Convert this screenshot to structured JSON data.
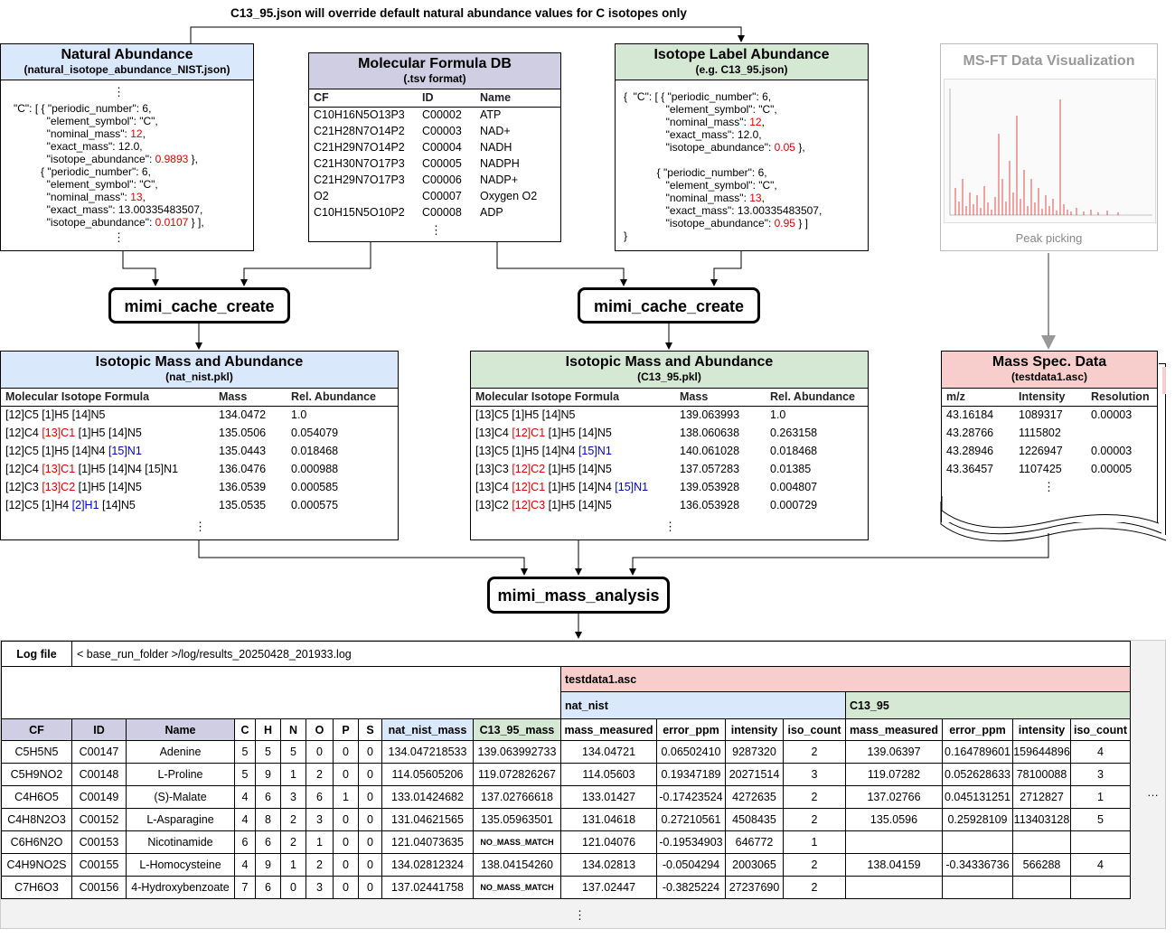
{
  "top_note": "C13_95.json will override default natural abundance values for C isotopes only",
  "nat_abundance": {
    "title": "Natural Abundance",
    "subtitle": "(natural_isotope_abundance_NIST.json)",
    "lines": [
      [
        {
          "t": "\"C\": [ { \"periodic_number\": 6,"
        }
      ],
      [
        {
          "t": "           \"element_symbol\": \"C\","
        }
      ],
      [
        {
          "t": "           \"nominal_mass\": "
        },
        {
          "t": "12",
          "c": "r"
        },
        {
          "t": ","
        }
      ],
      [
        {
          "t": "           \"exact_mass\": 12.0,"
        }
      ],
      [
        {
          "t": "           \"isotope_abundance\": "
        },
        {
          "t": "0.9893",
          "c": "r"
        },
        {
          "t": " },"
        }
      ],
      [
        {
          "t": "         { \"periodic_number\": 6,"
        }
      ],
      [
        {
          "t": "           \"element_symbol\": \"C\","
        }
      ],
      [
        {
          "t": "           \"nominal_mass\": "
        },
        {
          "t": "13",
          "c": "r"
        },
        {
          "t": ","
        }
      ],
      [
        {
          "t": "           \"exact_mass\": 13.00335483507,"
        }
      ],
      [
        {
          "t": "           \"isotope_abundance\": "
        },
        {
          "t": "0.0107",
          "c": "r"
        },
        {
          "t": " } ],"
        }
      ]
    ]
  },
  "formula_db": {
    "title": "Molecular Formula DB",
    "subtitle": "(.tsv format)",
    "headers": [
      "CF",
      "ID",
      "Name"
    ],
    "rows": [
      [
        "C10H16N5O13P3",
        "C00002",
        "ATP"
      ],
      [
        "C21H28N7O14P2",
        "C00003",
        "NAD+"
      ],
      [
        "C21H29N7O14P2",
        "C00004",
        "NADH"
      ],
      [
        "C21H30N7O17P3",
        "C00005",
        "NADPH"
      ],
      [
        "C21H29N7O17P3",
        "C00006",
        "NADP+"
      ],
      [
        "O2",
        "C00007",
        "Oxygen O2"
      ],
      [
        "C10H15N5O10P2",
        "C00008",
        "ADP"
      ]
    ]
  },
  "label_abundance": {
    "title": "Isotope Label Abundance",
    "subtitle": "(e.g. C13_95.json)",
    "lines": [
      [
        {
          "t": "{  \"C\": [ { \"periodic_number\": 6,"
        }
      ],
      [
        {
          "t": "              \"element_symbol\": \"C\","
        }
      ],
      [
        {
          "t": "              \"nominal_mass\": "
        },
        {
          "t": "12",
          "c": "r"
        },
        {
          "t": ","
        }
      ],
      [
        {
          "t": "              \"exact_mass\": 12.0,"
        }
      ],
      [
        {
          "t": "              \"isotope_abundance\": "
        },
        {
          "t": "0.05",
          "c": "r"
        },
        {
          "t": " },"
        }
      ],
      [
        {
          "t": ""
        }
      ],
      [
        {
          "t": "           { \"periodic_number\": 6,"
        }
      ],
      [
        {
          "t": "              \"element_symbol\": \"C\","
        }
      ],
      [
        {
          "t": "              \"nominal_mass\": "
        },
        {
          "t": "13",
          "c": "r"
        },
        {
          "t": ","
        }
      ],
      [
        {
          "t": "              \"exact_mass\": 13.00335483507,"
        }
      ],
      [
        {
          "t": "              \"isotope_abundance\": "
        },
        {
          "t": "0.95",
          "c": "r"
        },
        {
          "t": " } ]"
        }
      ],
      [
        {
          "t": "}"
        }
      ]
    ]
  },
  "msft": {
    "title": "MS-FT Data Visualization",
    "caption": "Peak picking"
  },
  "proc": {
    "cache1": "mimi_cache_create",
    "cache2": "mimi_cache_create",
    "analysis": "mimi_mass_analysis"
  },
  "nat_pkl": {
    "title": "Isotopic Mass and Abundance",
    "subtitle": "(nat_nist.pkl)",
    "headers": [
      "Molecular Isotope Formula",
      "Mass",
      "Rel. Abundance"
    ],
    "rows": [
      {
        "f": [
          {
            "t": "[12]C5 [1]H5 [14]N5"
          }
        ],
        "m": "134.0472",
        "a": "1.0"
      },
      {
        "f": [
          {
            "t": "[12]C4 "
          },
          {
            "t": "[13]C1",
            "c": "r"
          },
          {
            "t": " [1]H5 [14]N5"
          }
        ],
        "m": "135.0506",
        "a": "0.054079"
      },
      {
        "f": [
          {
            "t": "[12]C5 [1]H5 [14]N4 "
          },
          {
            "t": "[15]N1",
            "c": "b"
          }
        ],
        "m": "135.0443",
        "a": "0.018468"
      },
      {
        "f": [
          {
            "t": "[12]C4 "
          },
          {
            "t": "[13]C1",
            "c": "r"
          },
          {
            "t": " [1]H5 [14]N4 [15]N1"
          }
        ],
        "m": "136.0476",
        "a": "0.000988"
      },
      {
        "f": [
          {
            "t": "[12]C3 "
          },
          {
            "t": "[13]C2",
            "c": "r"
          },
          {
            "t": " [1]H5 [14]N5"
          }
        ],
        "m": "136.0539",
        "a": "0.000585"
      },
      {
        "f": [
          {
            "t": "[12]C5 [1]H4 "
          },
          {
            "t": "[2]H1",
            "c": "b"
          },
          {
            "t": " [14]N5"
          }
        ],
        "m": "135.0535",
        "a": "0.000575"
      }
    ]
  },
  "c13_pkl": {
    "title": "Isotopic Mass and Abundance",
    "subtitle": "(C13_95.pkl)",
    "headers": [
      "Molecular Isotope Formula",
      "Mass",
      "Rel. Abundance"
    ],
    "rows": [
      {
        "f": [
          {
            "t": "[13]C5 [1]H5 [14]N5"
          }
        ],
        "m": "139.063993",
        "a": "1.0"
      },
      {
        "f": [
          {
            "t": "[13]C4 "
          },
          {
            "t": "[12]C1",
            "c": "r"
          },
          {
            "t": " [1]H5 [14]N5"
          }
        ],
        "m": "138.060638",
        "a": "0.263158"
      },
      {
        "f": [
          {
            "t": "[13]C5 [1]H5 [14]N4 "
          },
          {
            "t": "[15]N1",
            "c": "b"
          }
        ],
        "m": "140.061028",
        "a": "0.018468"
      },
      {
        "f": [
          {
            "t": "[13]C3 "
          },
          {
            "t": "[12]C2",
            "c": "r"
          },
          {
            "t": " [1]H5 [14]N5"
          }
        ],
        "m": "137.057283",
        "a": "0.01385"
      },
      {
        "f": [
          {
            "t": "[13]C4 "
          },
          {
            "t": "[12]C1",
            "c": "r"
          },
          {
            "t": " [1]H5 [14]N4 "
          },
          {
            "t": "[15]N1",
            "c": "b"
          }
        ],
        "m": "139.053928",
        "a": "0.004807"
      },
      {
        "f": [
          {
            "t": "[13]C2 "
          },
          {
            "t": "[12]C3",
            "c": "r"
          },
          {
            "t": " [1]H5 [14]N5"
          }
        ],
        "m": "136.053928",
        "a": "0.000729"
      }
    ]
  },
  "mass_spec": {
    "title": "Mass Spec. Data",
    "subtitle": "(testdata1.asc)",
    "headers": [
      "m/z",
      "Intensity",
      "Resolution"
    ],
    "rows": [
      [
        "43.16184",
        "1089317",
        "0.00003"
      ],
      [
        "43.28766",
        "1115802",
        ""
      ],
      [
        "43.28946",
        "1226947",
        "0.00003"
      ],
      [
        "43.36457",
        "1107425",
        "0.00005"
      ]
    ]
  },
  "results": {
    "log_label": "Log file",
    "log_path": "< base_run_folder >/log/results_20250428_201933.log",
    "dataset": "testdata1.asc",
    "group1": "nat_nist",
    "group2": "C13_95",
    "headers": [
      "CF",
      "ID",
      "Name",
      "C",
      "H",
      "N",
      "O",
      "P",
      "S",
      "nat_nist_mass",
      "C13_95_mass",
      "mass_measured",
      "error_ppm",
      "intensity",
      "iso_count",
      "mass_measured",
      "error_ppm",
      "intensity",
      "iso_count"
    ],
    "rows": [
      [
        "C5H5N5",
        "C00147",
        "Adenine",
        "5",
        "5",
        "5",
        "0",
        "0",
        "0",
        "134.047218533",
        "139.063992733",
        "134.04721",
        "0.06502410",
        "9287320",
        "2",
        "139.06397",
        "0.164789601",
        "159644896",
        "4"
      ],
      [
        "C5H9NO2",
        "C00148",
        "L-Proline",
        "5",
        "9",
        "1",
        "2",
        "0",
        "0",
        "114.05605206",
        "119.072826267",
        "114.05603",
        "0.19347189",
        "20271514",
        "3",
        "119.07282",
        "0.052628633",
        "78100088",
        "3"
      ],
      [
        "C4H6O5",
        "C00149",
        "(S)-Malate",
        "4",
        "6",
        "3",
        "6",
        "1",
        "0",
        "133.01424682",
        "137.02766618",
        "133.01427",
        "-0.17423524",
        "4272635",
        "2",
        "137.02766",
        "0.045131251",
        "2712827",
        "1"
      ],
      [
        "C4H8N2O3",
        "C00152",
        "L-Asparagine",
        "4",
        "8",
        "2",
        "3",
        "0",
        "0",
        "131.04621565",
        "135.05963501",
        "131.04618",
        "0.27210561",
        "4508435",
        "2",
        "135.0596",
        "0.25928109",
        "113403128",
        "5"
      ],
      [
        "C6H6N2O",
        "C00153",
        "Nicotinamide",
        "6",
        "6",
        "2",
        "1",
        "0",
        "0",
        "121.04073635",
        "NO_MASS_MATCH",
        "121.04076",
        "-0.19534903",
        "646772",
        "1",
        "",
        "",
        "",
        ""
      ],
      [
        "C4H9NO2S",
        "C00155",
        "L-Homocysteine",
        "4",
        "9",
        "1",
        "2",
        "0",
        "0",
        "134.02812324",
        "138.04154260",
        "134.02813",
        "-0.0504294",
        "2003065",
        "2",
        "138.04159",
        "-0.34336736",
        "566288",
        "4"
      ],
      [
        "C7H6O3",
        "C00156",
        "4-Hydroxybenzoate",
        "7",
        "6",
        "0",
        "3",
        "0",
        "0",
        "137.02441758",
        "NO_MASS_MATCH",
        "137.02447",
        "-0.3825224",
        "27237690",
        "2",
        "",
        "",
        "",
        ""
      ]
    ]
  },
  "colors": {
    "blue": "#dae8fc",
    "green": "#d5e8d4",
    "purple": "#d0cee2",
    "red": "#f8cecc",
    "highlight": "#e00000",
    "link": "#0000cc"
  }
}
